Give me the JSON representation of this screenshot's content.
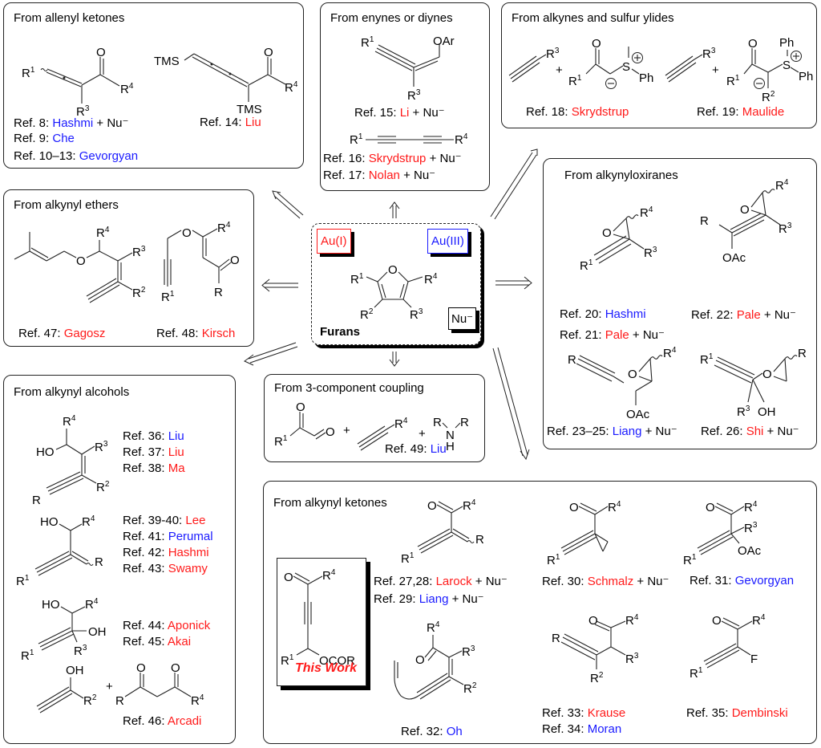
{
  "colors": {
    "red": "#ff1a1a",
    "blue": "#1a1aff",
    "line": "#222222"
  },
  "center": {
    "label": "Furans",
    "au1": "Au(I)",
    "au3": "Au(III)",
    "nu": "Nu⁻",
    "substituents": {
      "r1": "R",
      "r1_sup": "1",
      "r2": "R",
      "r2_sup": "2",
      "r3": "R",
      "r3_sup": "3",
      "r4": "R",
      "r4_sup": "4",
      "o": "O"
    }
  },
  "panels": {
    "allenyl_ketones": {
      "title": "From allenyl ketones",
      "refs": [
        {
          "prefix": "Ref. 8: ",
          "name": "Hashmi",
          "color": "blue",
          "suffix": " + Nu⁻"
        },
        {
          "prefix": "Ref. 9: ",
          "name": "Che",
          "color": "blue",
          "suffix": ""
        },
        {
          "prefix": "Ref. 10–13: ",
          "name": "Gevorgyan",
          "color": "blue",
          "suffix": ""
        },
        {
          "prefix": "Ref. 14: ",
          "name": "Liu",
          "color": "red",
          "suffix": ""
        }
      ],
      "labels": {
        "tms": "TMS"
      }
    },
    "enynes_diynes": {
      "title": "From enynes or diynes",
      "refs": [
        {
          "prefix": "Ref. 15: ",
          "name": "Li",
          "color": "red",
          "suffix": " + Nu⁻"
        },
        {
          "prefix": "Ref. 16: ",
          "name": "Skrydstrup",
          "color": "red",
          "suffix": " + Nu⁻"
        },
        {
          "prefix": "Ref. 17: ",
          "name": "Nolan",
          "color": "red",
          "suffix": " + Nu⁻"
        }
      ],
      "labels": {
        "oar": "OAr"
      }
    },
    "sulfur_ylides": {
      "title": "From alkynes and sulfur ylides",
      "refs": [
        {
          "prefix": "Ref. 18: ",
          "name": "Skrydstrup",
          "color": "red",
          "suffix": ""
        },
        {
          "prefix": "Ref. 19: ",
          "name": "Maulide",
          "color": "red",
          "suffix": ""
        }
      ],
      "labels": {
        "s": "S",
        "ph": "Ph",
        "plus": "+"
      }
    },
    "alkynyl_ethers": {
      "title": "From alkynyl ethers",
      "refs": [
        {
          "prefix": "Ref. 47: ",
          "name": "Gagosz",
          "color": "red",
          "suffix": ""
        },
        {
          "prefix": "Ref. 48: ",
          "name": "Kirsch",
          "color": "red",
          "suffix": ""
        }
      ]
    },
    "alkynyloxiranes": {
      "title": "From alkynyloxiranes",
      "refs": [
        {
          "prefix": "Ref. 20: ",
          "name": "Hashmi",
          "color": "blue",
          "suffix": ""
        },
        {
          "prefix": "Ref. 21: ",
          "name": "Pale",
          "color": "red",
          "suffix": " + Nu⁻"
        },
        {
          "prefix": "Ref. 22: ",
          "name": "Pale",
          "color": "red",
          "suffix": " + Nu⁻"
        },
        {
          "prefix": "Ref. 23–25: ",
          "name": "Liang",
          "color": "blue",
          "suffix": " + Nu⁻"
        },
        {
          "prefix": "Ref. 26: ",
          "name": "Shi",
          "color": "red",
          "suffix": " + Nu⁻"
        }
      ],
      "labels": {
        "oac": "OAc",
        "oh": "OH"
      }
    },
    "alkynyl_alcohols": {
      "title": "From alkynyl alcohols",
      "refs": [
        {
          "prefix": "Ref. 36: ",
          "name": "Liu",
          "color": "blue",
          "suffix": ""
        },
        {
          "prefix": "Ref. 37: ",
          "name": "Liu",
          "color": "red",
          "suffix": ""
        },
        {
          "prefix": "Ref. 38: ",
          "name": "Ma",
          "color": "red",
          "suffix": ""
        },
        {
          "prefix": "Ref. 39-40: ",
          "name": "Lee",
          "color": "red",
          "suffix": ""
        },
        {
          "prefix": "Ref. 41: ",
          "name": "Perumal",
          "color": "blue",
          "suffix": ""
        },
        {
          "prefix": "Ref. 42: ",
          "name": "Hashmi",
          "color": "red",
          "suffix": ""
        },
        {
          "prefix": "Ref. 43: ",
          "name": "Swamy",
          "color": "red",
          "suffix": ""
        },
        {
          "prefix": "Ref. 44: ",
          "name": "Aponick",
          "color": "red",
          "suffix": ""
        },
        {
          "prefix": "Ref. 45: ",
          "name": "Akai",
          "color": "red",
          "suffix": ""
        },
        {
          "prefix": "Ref. 46: ",
          "name": "Arcadi",
          "color": "red",
          "suffix": ""
        }
      ],
      "labels": {
        "ho": "HO",
        "oh": "OH"
      }
    },
    "three_component": {
      "title": "From 3-component coupling",
      "refs": [
        {
          "prefix": "Ref. 49: ",
          "name": "Liu",
          "color": "blue",
          "suffix": ""
        }
      ],
      "labels": {
        "n": "N",
        "h": "H"
      }
    },
    "alkynyl_ketones": {
      "title": "From alkynyl ketones",
      "refs": [
        {
          "prefix": "Ref. 27,28: ",
          "name": "Larock",
          "color": "red",
          "suffix": " + Nu⁻"
        },
        {
          "prefix": "Ref. 29: ",
          "name": "Liang",
          "color": "blue",
          "suffix": " + Nu⁻"
        },
        {
          "prefix": "Ref. 30: ",
          "name": "Schmalz",
          "color": "red",
          "suffix": " + Nu⁻"
        },
        {
          "prefix": "Ref. 31: ",
          "name": "Gevorgyan",
          "color": "blue",
          "suffix": ""
        },
        {
          "prefix": "Ref. 32: ",
          "name": "Oh",
          "color": "blue",
          "suffix": ""
        },
        {
          "prefix": "Ref. 33: ",
          "name": "Krause",
          "color": "red",
          "suffix": ""
        },
        {
          "prefix": "Ref. 34: ",
          "name": "Moran",
          "color": "blue",
          "suffix": ""
        },
        {
          "prefix": "Ref. 35: ",
          "name": "Dembinski",
          "color": "red",
          "suffix": ""
        }
      ],
      "this_work": "This Work",
      "labels": {
        "ocor": "OCOR",
        "oac": "OAc",
        "f": "F"
      }
    }
  }
}
